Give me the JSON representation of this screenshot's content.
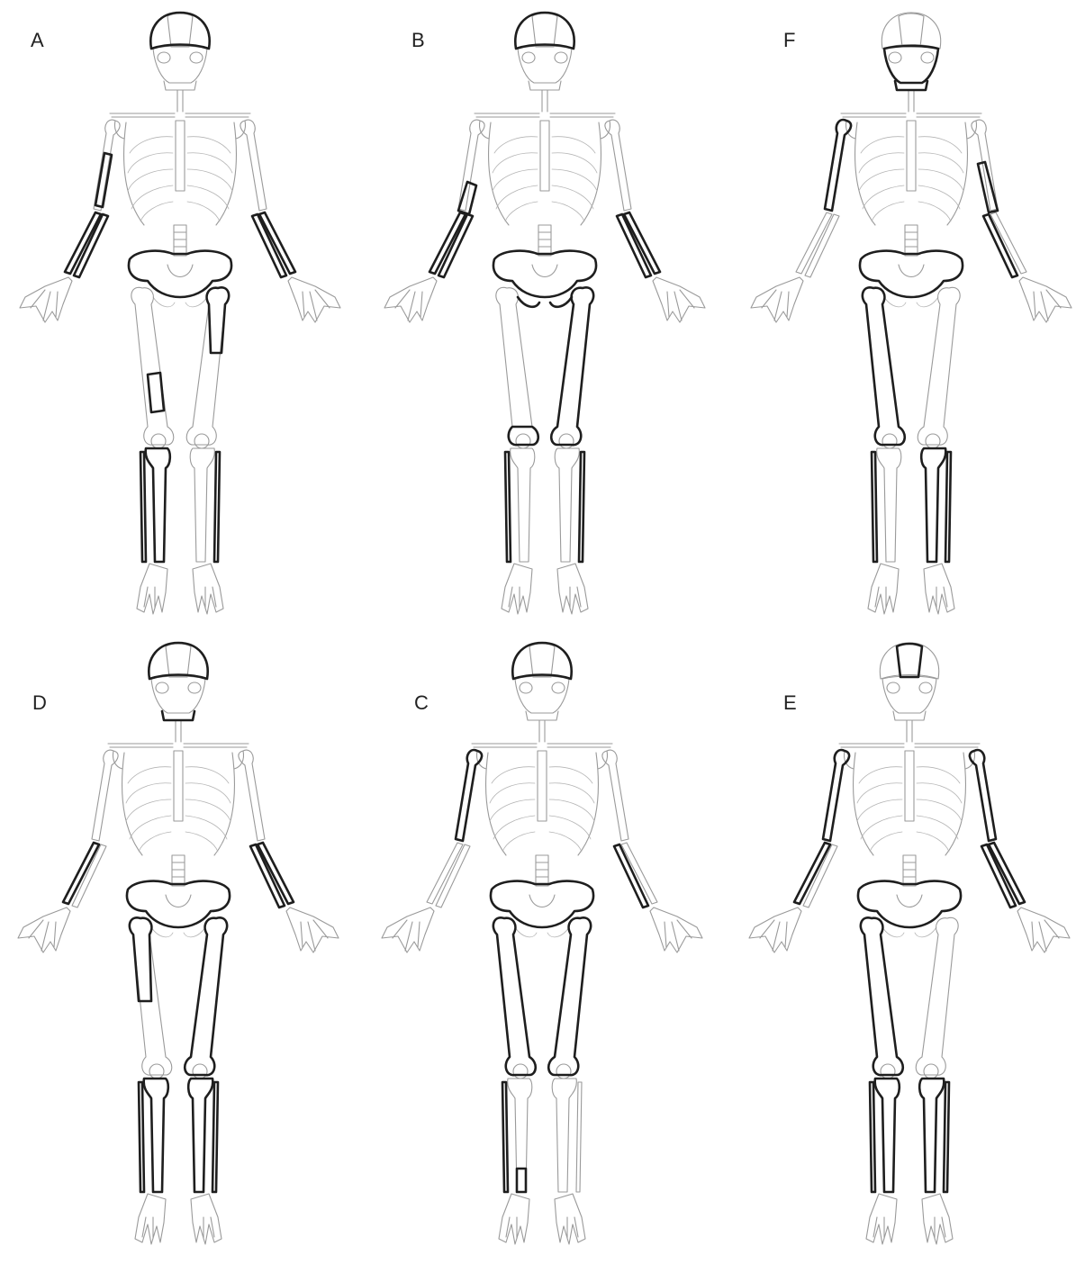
{
  "colors": {
    "background": "#ffffff",
    "outline": "#9a9a9a",
    "preserved_outline": "#1e1e1e",
    "label": "#222222"
  },
  "panels": [
    {
      "label": "A",
      "preserved": [
        "skull-vault",
        "right-humerus-shaft",
        "right-radius",
        "right-ulna",
        "left-radius",
        "left-ulna",
        "pelvis",
        "left-femur-proximal",
        "right-femur-shaft-fragment",
        "right-tibia",
        "right-fibula",
        "left-fibula"
      ]
    },
    {
      "label": "B",
      "preserved": [
        "skull-vault",
        "right-humerus-distal",
        "right-radius",
        "right-ulna",
        "left-radius",
        "left-ulna",
        "pelvis",
        "ischium",
        "left-femur",
        "right-femur-distal",
        "right-fibula",
        "left-fibula"
      ]
    },
    {
      "label": "F",
      "preserved": [
        "skull-face",
        "mandible",
        "right-humerus",
        "left-humerus-distal",
        "left-ulna",
        "pelvis",
        "right-femur",
        "left-tibia",
        "right-fibula",
        "left-fibula"
      ]
    },
    {
      "label": "D",
      "preserved": [
        "skull-vault",
        "mandible",
        "right-radius",
        "left-radius",
        "left-ulna",
        "pelvis",
        "right-femur-proximal",
        "left-femur",
        "right-tibia",
        "left-tibia",
        "right-fibula",
        "left-fibula"
      ]
    },
    {
      "label": "C",
      "preserved": [
        "skull-vault",
        "right-humerus",
        "left-ulna",
        "pelvis",
        "right-femur",
        "left-femur",
        "right-fibula",
        "right-tibia-distal"
      ]
    },
    {
      "label": "E",
      "preserved": [
        "skull-frontal",
        "right-humerus",
        "right-radius",
        "left-humerus",
        "left-radius",
        "left-ulna",
        "pelvis",
        "right-femur",
        "right-tibia",
        "left-tibia",
        "right-fibula",
        "left-fibula"
      ]
    }
  ]
}
